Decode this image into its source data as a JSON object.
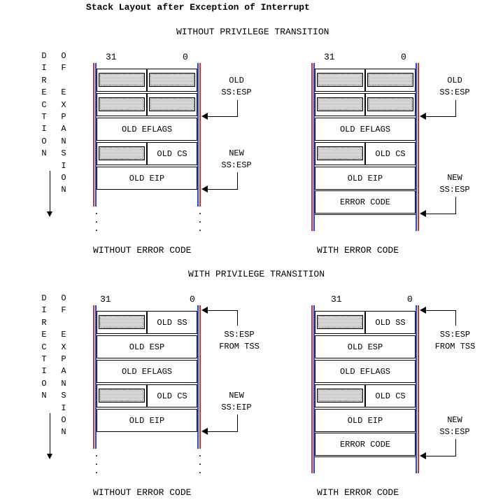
{
  "title": "Stack Layout after Exception of Interrupt",
  "sections": [
    {
      "heading": "WITHOUT PRIVILEGE TRANSITION",
      "diagrams": [
        {
          "bit_high": "31",
          "bit_low": "0",
          "caption": "WITHOUT ERROR CODE",
          "rows": [
            "",
            "",
            "OLD EFLAGS",
            "OLD CS",
            "OLD EIP"
          ],
          "arrows": [
            {
              "line1": "OLD",
              "line2": "SS:ESP"
            },
            {
              "line1": "NEW",
              "line2": "SS:ESP"
            }
          ]
        },
        {
          "bit_high": "31",
          "bit_low": "0",
          "caption": "WITH ERROR CODE",
          "rows": [
            "",
            "",
            "OLD EFLAGS",
            "OLD CS",
            "OLD EIP",
            "ERROR CODE"
          ],
          "arrows": [
            {
              "line1": "OLD",
              "line2": "SS:ESP"
            },
            {
              "line1": "NEW",
              "line2": "SS:ESP"
            }
          ]
        }
      ]
    },
    {
      "heading": "WITH PRIVILEGE TRANSITION",
      "diagrams": [
        {
          "bit_high": "31",
          "bit_low": "0",
          "caption": "WITHOUT ERROR CODE",
          "rows": [
            "OLD SS",
            "OLD ESP",
            "OLD EFLAGS",
            "OLD CS",
            "OLD EIP"
          ],
          "arrows": [
            {
              "line1": "SS:ESP",
              "line2": "FROM TSS"
            },
            {
              "line1": "NEW",
              "line2": "SS:EIP"
            }
          ]
        },
        {
          "bit_high": "31",
          "bit_low": "0",
          "caption": "WITH ERROR CODE",
          "rows": [
            "OLD SS",
            "OLD ESP",
            "OLD EFLAGS",
            "OLD CS",
            "OLD EIP",
            "ERROR CODE"
          ],
          "arrows": [
            {
              "line1": "SS:ESP",
              "line2": "FROM TSS"
            },
            {
              "line1": "NEW",
              "line2": "SS:ESP"
            }
          ]
        }
      ]
    }
  ],
  "direction_label": {
    "left": "DIRECTION",
    "right": "OF EXPANSION"
  }
}
